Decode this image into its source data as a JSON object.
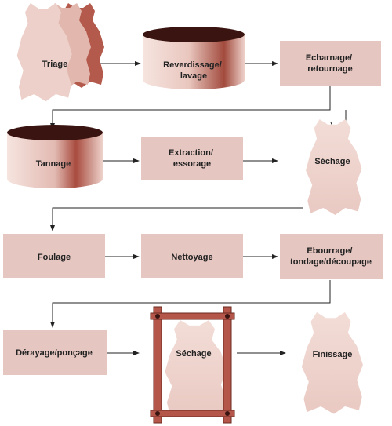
{
  "colors": {
    "box_fill": "#e6c6c0",
    "hide_light": "#f6e4df",
    "hide_mid": "#e6bdb5",
    "hide_dark": "#b45a4c",
    "drum_top": "#3a1410",
    "drum_dark": "#a24a3d",
    "frame": "#b4574a",
    "bolt": "#3a1410",
    "line": "#222222"
  },
  "steps": {
    "triage": "Triage",
    "reverdissage": [
      "Reverdissage/",
      "lavage"
    ],
    "echarnage": [
      "Echarnage/",
      "retournage"
    ],
    "tannage": "Tannage",
    "extraction": [
      "Extraction/",
      "essorage"
    ],
    "sechage_1": "Séchage",
    "foulage": "Foulage",
    "nettoyage": "Nettoyage",
    "ebourrage": [
      "Ebourrage/",
      "tondage/découpage"
    ],
    "derayage": "Dérayage/ponçage",
    "sechage_2": "Séchage",
    "finissage": "Finissage"
  }
}
